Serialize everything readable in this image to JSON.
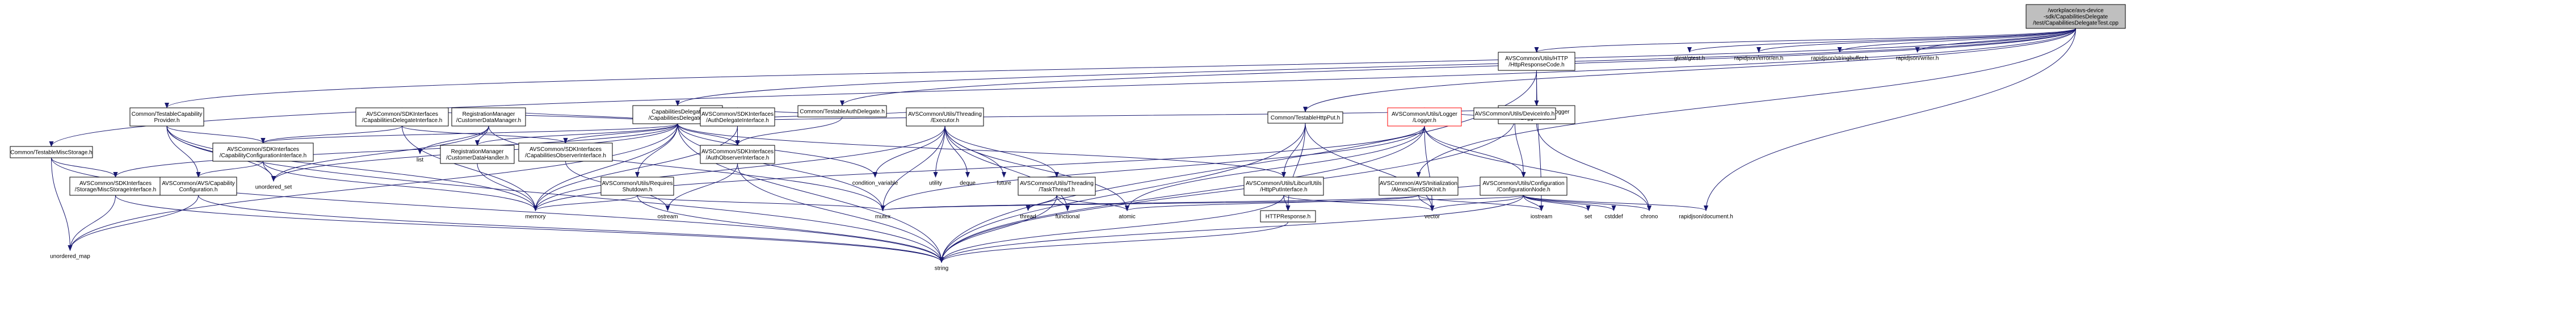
{
  "colors": {
    "edge": "#191970",
    "root_fill": "#bfbfbf",
    "box_stroke": "#000000",
    "highlight_stroke": "#ff0000"
  },
  "nodes": [
    {
      "id": "root",
      "lines": [
        "/workplace/avs-device",
        "-sdk/CapabilitiesDelegate",
        "/test/CapabilitiesDelegateTest.cpp"
      ],
      "style": "root"
    },
    {
      "id": "capdel",
      "lines": [
        "CapabilitiesDelegate",
        "/CapabilitiesDelegate.h"
      ],
      "style": "box"
    },
    {
      "id": "testauth",
      "lines": [
        "Common/TestableAuthDelegate.h"
      ],
      "style": "box"
    },
    {
      "id": "httpcode",
      "lines": [
        "AVSCommon/Utils/HTTP",
        "/HttpResponseCode.h"
      ],
      "style": "box"
    },
    {
      "id": "gtest",
      "lines": [
        "gtest/gtest.h"
      ],
      "style": "plain"
    },
    {
      "id": "rjerror",
      "lines": [
        "rapidjson/error/en.h"
      ],
      "style": "plain"
    },
    {
      "id": "rjsb",
      "lines": [
        "rapidjson/stringbuffer.h"
      ],
      "style": "plain"
    },
    {
      "id": "rjwriter",
      "lines": [
        "rapidjson/writer.h"
      ],
      "style": "plain"
    },
    {
      "id": "loggerutils",
      "lines": [
        "AVSCommon/Utils/Logger",
        "/LoggerUtils.h"
      ],
      "style": "box"
    },
    {
      "id": "testmisc",
      "lines": [
        "Common/TestableMiscStorage.h"
      ],
      "style": "box"
    },
    {
      "id": "testcap",
      "lines": [
        "Common/TestableCapability",
        "Provider.h"
      ],
      "style": "box"
    },
    {
      "id": "capdelif",
      "lines": [
        "AVSCommon/SDKInterfaces",
        "/CapabilitiesDelegateInterface.h"
      ],
      "style": "box"
    },
    {
      "id": "regmgr",
      "lines": [
        "RegistrationManager",
        "/CustomerDataManager.h"
      ],
      "style": "box"
    },
    {
      "id": "authdelif",
      "lines": [
        "AVSCommon/SDKInterfaces",
        "/AuthDelegateInterface.h"
      ],
      "style": "box"
    },
    {
      "id": "executor",
      "lines": [
        "AVSCommon/Utils/Threading",
        "/Executor.h"
      ],
      "style": "box"
    },
    {
      "id": "testhttp",
      "lines": [
        "Common/TestableHttpPut.h"
      ],
      "style": "box"
    },
    {
      "id": "logger",
      "lines": [
        "AVSCommon/Utils/Logger",
        "/Logger.h"
      ],
      "style": "red"
    },
    {
      "id": "devinfo",
      "lines": [
        "AVSCommon/Utils/DeviceInfo.h"
      ],
      "style": "box"
    },
    {
      "id": "misciface",
      "lines": [
        "AVSCommon/SDKInterfaces",
        "/Storage/MiscStorageInterface.h"
      ],
      "style": "box"
    },
    {
      "id": "capconfig",
      "lines": [
        "AVSCommon/SDKInterfaces",
        "/CapabilityConfigurationInterface.h"
      ],
      "style": "box"
    },
    {
      "id": "avscapcfg",
      "lines": [
        "AVSCommon/AVS/Capability",
        "Configuration.h"
      ],
      "style": "box"
    },
    {
      "id": "listh",
      "lines": [
        "list"
      ],
      "style": "plain"
    },
    {
      "id": "custdata",
      "lines": [
        "RegistrationManager",
        "/CustomerDataHandler.h"
      ],
      "style": "box"
    },
    {
      "id": "capobs",
      "lines": [
        "AVSCommon/SDKInterfaces",
        "/CapabilitiesObserverInterface.h"
      ],
      "style": "box"
    },
    {
      "id": "authobs",
      "lines": [
        "AVSCommon/SDKInterfaces",
        "/AuthObserverInterface.h"
      ],
      "style": "box"
    },
    {
      "id": "reqshut",
      "lines": [
        "AVSCommon/Utils/Requires",
        "Shutdown.h"
      ],
      "style": "box"
    },
    {
      "id": "condvar",
      "lines": [
        "condition_variable"
      ],
      "style": "plain"
    },
    {
      "id": "utility",
      "lines": [
        "utility"
      ],
      "style": "plain"
    },
    {
      "id": "deque",
      "lines": [
        "deque"
      ],
      "style": "plain"
    },
    {
      "id": "future",
      "lines": [
        "future"
      ],
      "style": "plain"
    },
    {
      "id": "taskthread",
      "lines": [
        "AVSCommon/Utils/Threading",
        "/TaskThread.h"
      ],
      "style": "box"
    },
    {
      "id": "libcurl",
      "lines": [
        "AVSCommon/Utils/LibcurlUtils",
        "/HttpPutInterface.h"
      ],
      "style": "box"
    },
    {
      "id": "alexainit",
      "lines": [
        "AVSCommon/AVS/Initialization",
        "/AlexaClientSDKInit.h"
      ],
      "style": "box"
    },
    {
      "id": "confignode",
      "lines": [
        "AVSCommon/Utils/Configuration",
        "/ConfigurationNode.h"
      ],
      "style": "box"
    },
    {
      "id": "httpresp",
      "lines": [
        "HTTPResponse.h"
      ],
      "style": "box"
    },
    {
      "id": "unordered_map",
      "lines": [
        "unordered_map"
      ],
      "style": "plain"
    },
    {
      "id": "unordered_set",
      "lines": [
        "unordered_set"
      ],
      "style": "plain"
    },
    {
      "id": "memory",
      "lines": [
        "memory"
      ],
      "style": "plain"
    },
    {
      "id": "ostream",
      "lines": [
        "ostream"
      ],
      "style": "plain"
    },
    {
      "id": "mutex",
      "lines": [
        "mutex"
      ],
      "style": "plain"
    },
    {
      "id": "thread",
      "lines": [
        "thread"
      ],
      "style": "plain"
    },
    {
      "id": "functional",
      "lines": [
        "functional"
      ],
      "style": "plain"
    },
    {
      "id": "atomic",
      "lines": [
        "atomic"
      ],
      "style": "plain"
    },
    {
      "id": "vector",
      "lines": [
        "vector"
      ],
      "style": "plain"
    },
    {
      "id": "iostream",
      "lines": [
        "iostream"
      ],
      "style": "plain"
    },
    {
      "id": "set",
      "lines": [
        "set"
      ],
      "style": "plain"
    },
    {
      "id": "cstddef",
      "lines": [
        "cstddef"
      ],
      "style": "plain"
    },
    {
      "id": "chrono",
      "lines": [
        "chrono"
      ],
      "style": "plain"
    },
    {
      "id": "rjdoc",
      "lines": [
        "rapidjson/document.h"
      ],
      "style": "plain"
    },
    {
      "id": "string",
      "lines": [
        "string"
      ],
      "style": "plain"
    }
  ],
  "edges": [
    [
      "root",
      "capdel"
    ],
    [
      "root",
      "testauth"
    ],
    [
      "root",
      "httpcode"
    ],
    [
      "root",
      "gtest"
    ],
    [
      "root",
      "rjerror"
    ],
    [
      "root",
      "rjsb"
    ],
    [
      "root",
      "rjwriter"
    ],
    [
      "root",
      "testmisc"
    ],
    [
      "root",
      "testcap"
    ],
    [
      "root",
      "testhttp"
    ],
    [
      "root",
      "alexainit"
    ],
    [
      "root",
      "rjdoc"
    ],
    [
      "capdel",
      "capdelif"
    ],
    [
      "capdel",
      "regmgr"
    ],
    [
      "capdel",
      "authdelif"
    ],
    [
      "capdel",
      "executor"
    ],
    [
      "capdel",
      "capconfig"
    ],
    [
      "capdel",
      "custdata"
    ],
    [
      "capdel",
      "capobs"
    ],
    [
      "capdel",
      "authobs"
    ],
    [
      "capdel",
      "reqshut"
    ],
    [
      "capdel",
      "condvar"
    ],
    [
      "capdel",
      "libcurl"
    ],
    [
      "capdel",
      "devinfo"
    ],
    [
      "capdel",
      "unordered_map"
    ],
    [
      "capdel",
      "unordered_set"
    ],
    [
      "capdel",
      "memory"
    ],
    [
      "capdel",
      "mutex"
    ],
    [
      "capdel",
      "string"
    ],
    [
      "capdel",
      "misciface"
    ],
    [
      "testauth",
      "authdelif"
    ],
    [
      "testauth",
      "authobs"
    ],
    [
      "httpcode",
      "loggerutils"
    ],
    [
      "httpcode",
      "iostream"
    ],
    [
      "httpcode",
      "string"
    ],
    [
      "loggerutils",
      "logger"
    ],
    [
      "loggerutils",
      "chrono"
    ],
    [
      "testmisc",
      "misciface"
    ],
    [
      "testmisc",
      "unordered_map"
    ],
    [
      "testmisc",
      "string"
    ],
    [
      "misciface",
      "unordered_map"
    ],
    [
      "misciface",
      "string"
    ],
    [
      "testcap",
      "capconfig"
    ],
    [
      "testcap",
      "avscapcfg"
    ],
    [
      "testcap",
      "unordered_set"
    ],
    [
      "testcap",
      "memory"
    ],
    [
      "testcap",
      "string"
    ],
    [
      "capdelif",
      "capconfig"
    ],
    [
      "capdelif",
      "capobs"
    ],
    [
      "capdelif",
      "memory"
    ],
    [
      "capconfig",
      "avscapcfg"
    ],
    [
      "capconfig",
      "unordered_set"
    ],
    [
      "capconfig",
      "memory"
    ],
    [
      "avscapcfg",
      "unordered_map"
    ],
    [
      "avscapcfg",
      "string"
    ],
    [
      "regmgr",
      "listh"
    ],
    [
      "regmgr",
      "custdata"
    ],
    [
      "regmgr",
      "mutex"
    ],
    [
      "regmgr",
      "unordered_set"
    ],
    [
      "custdata",
      "memory"
    ],
    [
      "capobs",
      "ostream"
    ],
    [
      "authdelif",
      "authobs"
    ],
    [
      "authdelif",
      "memory"
    ],
    [
      "authobs",
      "ostream"
    ],
    [
      "authobs",
      "string"
    ],
    [
      "executor",
      "condvar"
    ],
    [
      "executor",
      "utility"
    ],
    [
      "executor",
      "deque"
    ],
    [
      "executor",
      "future"
    ],
    [
      "executor",
      "taskthread"
    ],
    [
      "executor",
      "memory"
    ],
    [
      "executor",
      "mutex"
    ],
    [
      "executor",
      "atomic"
    ],
    [
      "executor",
      "functional"
    ],
    [
      "reqshut",
      "memory"
    ],
    [
      "reqshut",
      "mutex"
    ],
    [
      "reqshut",
      "string"
    ],
    [
      "taskthread",
      "thread"
    ],
    [
      "taskthread",
      "functional"
    ],
    [
      "taskthread",
      "atomic"
    ],
    [
      "taskthread",
      "string"
    ],
    [
      "testhttp",
      "libcurl"
    ],
    [
      "testhttp",
      "httpresp"
    ],
    [
      "testhttp",
      "vector"
    ],
    [
      "testhttp",
      "string"
    ],
    [
      "libcurl",
      "httpresp"
    ],
    [
      "libcurl",
      "vector"
    ],
    [
      "libcurl",
      "string"
    ],
    [
      "httpresp",
      "string"
    ],
    [
      "logger",
      "confignode"
    ],
    [
      "logger",
      "memory"
    ],
    [
      "logger",
      "atomic"
    ],
    [
      "logger",
      "vector"
    ],
    [
      "logger",
      "string"
    ],
    [
      "logger",
      "mutex"
    ],
    [
      "logger",
      "chrono"
    ],
    [
      "devinfo",
      "confignode"
    ],
    [
      "devinfo",
      "string"
    ],
    [
      "alexainit",
      "confignode"
    ],
    [
      "alexainit",
      "atomic"
    ],
    [
      "alexainit",
      "vector"
    ],
    [
      "alexainit",
      "iostream"
    ],
    [
      "alexainit",
      "mutex"
    ],
    [
      "confignode",
      "iostream"
    ],
    [
      "confignode",
      "set"
    ],
    [
      "confignode",
      "cstddef"
    ],
    [
      "confignode",
      "chrono"
    ],
    [
      "confignode",
      "rjdoc"
    ],
    [
      "confignode",
      "string"
    ],
    [
      "confignode",
      "mutex"
    ],
    [
      "confignode",
      "vector"
    ]
  ]
}
